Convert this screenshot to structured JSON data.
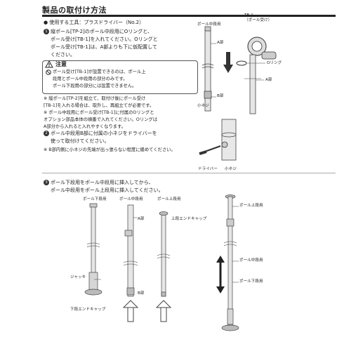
{
  "title": "製品の取付け方法",
  "tools": "● 使用する工具：プラスドライバー（No.2）",
  "step1": {
    "num": "1",
    "lines": [
      "縦ポール[TP-2]のポール中段用にOリングと、",
      "ポール受け[TB-1]を入れてください。Oリングと",
      "ポール受け[TB-1]は、A部よりも下に仮配置して",
      "ください。"
    ]
  },
  "notice": {
    "head": "注意",
    "lines": [
      "ポール受け[TB-1]が設置できるのは、ポール上",
      "段用とポール中段用の部分のみです。",
      "ポール下段用の部分には設置できません。"
    ]
  },
  "notes": [
    "※ 縦ポール[TP-2]を組立て、取付け後にポール受け",
    "  [TB-1]を入れる場合は、取外し、再組立てが必要です。",
    "※ ポール中段用にポール受け[TB-1]に付属のOリングと",
    "  オプション部品本体の順番で入れてください。Oリングは",
    "  A部分から入れると入れやすくなります。"
  ],
  "step2": {
    "num": "2",
    "lines": [
      "ポール中段用B部に付属の小ネジをドライバーを",
      "使って取付けてください。"
    ],
    "note": "※ B部内側に小ネジの先端が出っ張らない程度に緩めてください。"
  },
  "step3": {
    "num": "3",
    "lines": [
      "ポール下段用をポール中段用に挿入してから、",
      "ポール中段用をポール上段用に挿入してください。"
    ]
  },
  "fig1": {
    "tb1": "TB-1",
    "tb1_sub": "（ポール受け）",
    "pole_mid": "ポール中段用",
    "a_part": "A部",
    "o_ring": "Oリング",
    "a_part2": "A部",
    "b_part": "B部",
    "screw": "小ネジ"
  },
  "fig2": {
    "driver": "ドライバー",
    "screw": "小ネジ"
  },
  "fig3": {
    "pole_low": "ポール下段用",
    "pole_mid": "ポール中段用",
    "pole_up": "ポール上段用",
    "a_part": "A部",
    "upper_cap": "上段エンドキャップ",
    "jack": "ジャッキ",
    "b_part": "B部",
    "lower_cap": "下段エンドキャップ"
  },
  "fig4": {
    "pole_up": "ポール上段用",
    "pole_mid": "ポール中段用",
    "pole_low": "ポール下段用"
  }
}
